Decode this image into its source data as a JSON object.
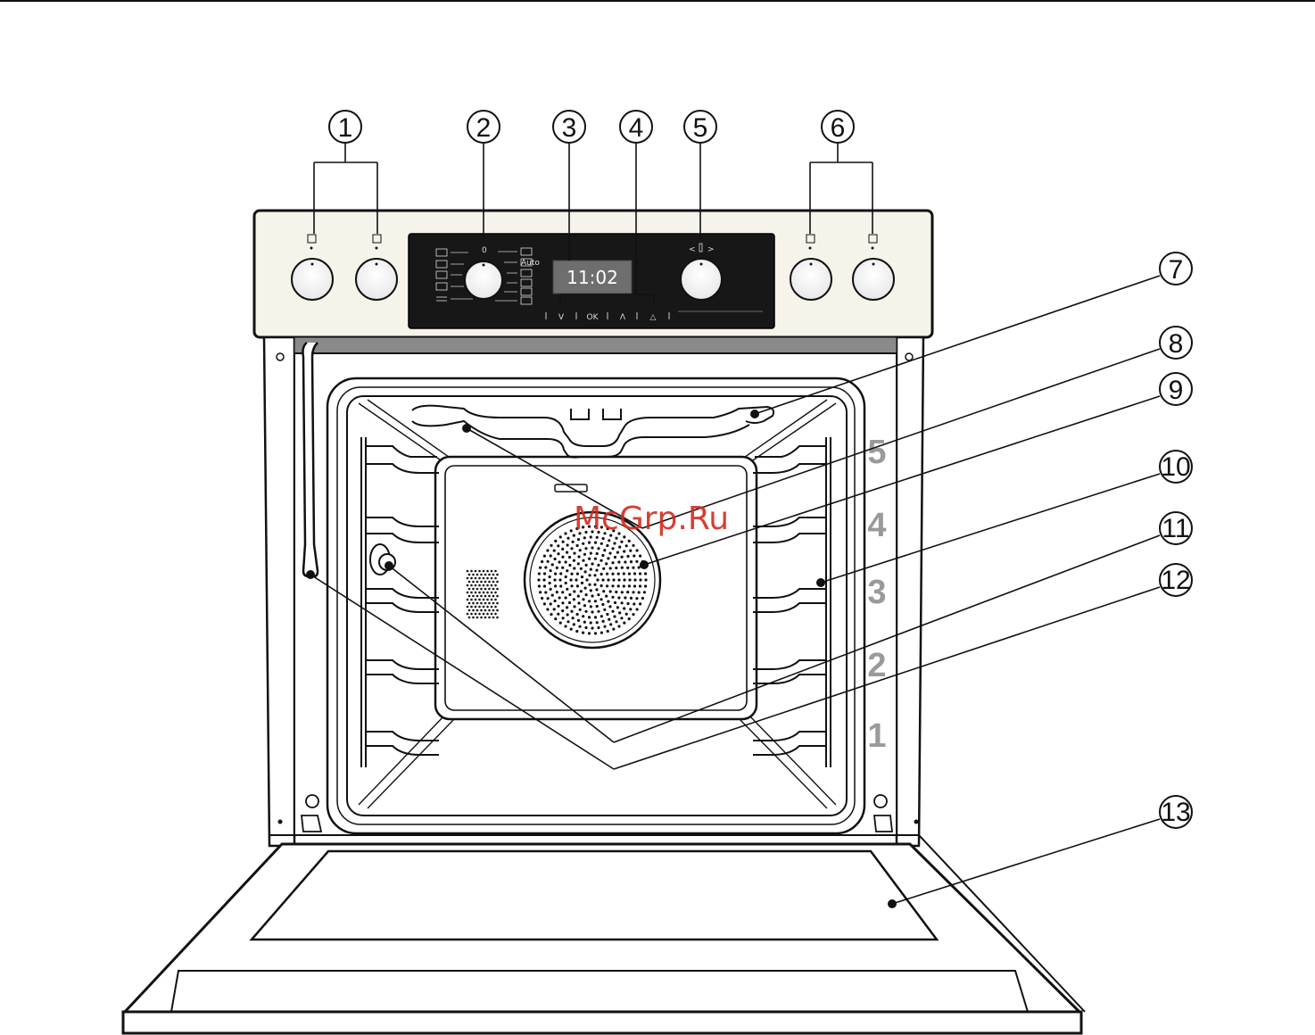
{
  "callouts": [
    "1",
    "2",
    "3",
    "4",
    "5",
    "6",
    "7",
    "8",
    "9",
    "10",
    "11",
    "12",
    "13"
  ],
  "display": {
    "time": "11:02"
  },
  "buttons": {
    "down": "V",
    "ok": "OK",
    "up": "Λ",
    "timer": "△"
  },
  "function_selector": {
    "zero_mark": "0",
    "auto_label": "Auto"
  },
  "shelf_levels": [
    "5",
    "4",
    "3",
    "2",
    "1"
  ],
  "watermark": "McGrp.Ru",
  "colors": {
    "panel": "#f6f3ea",
    "control_strip": "#171717",
    "display": "#6e6e6e",
    "shelf_numbers": "#9a9a9a",
    "watermark": "#d42a1e"
  }
}
